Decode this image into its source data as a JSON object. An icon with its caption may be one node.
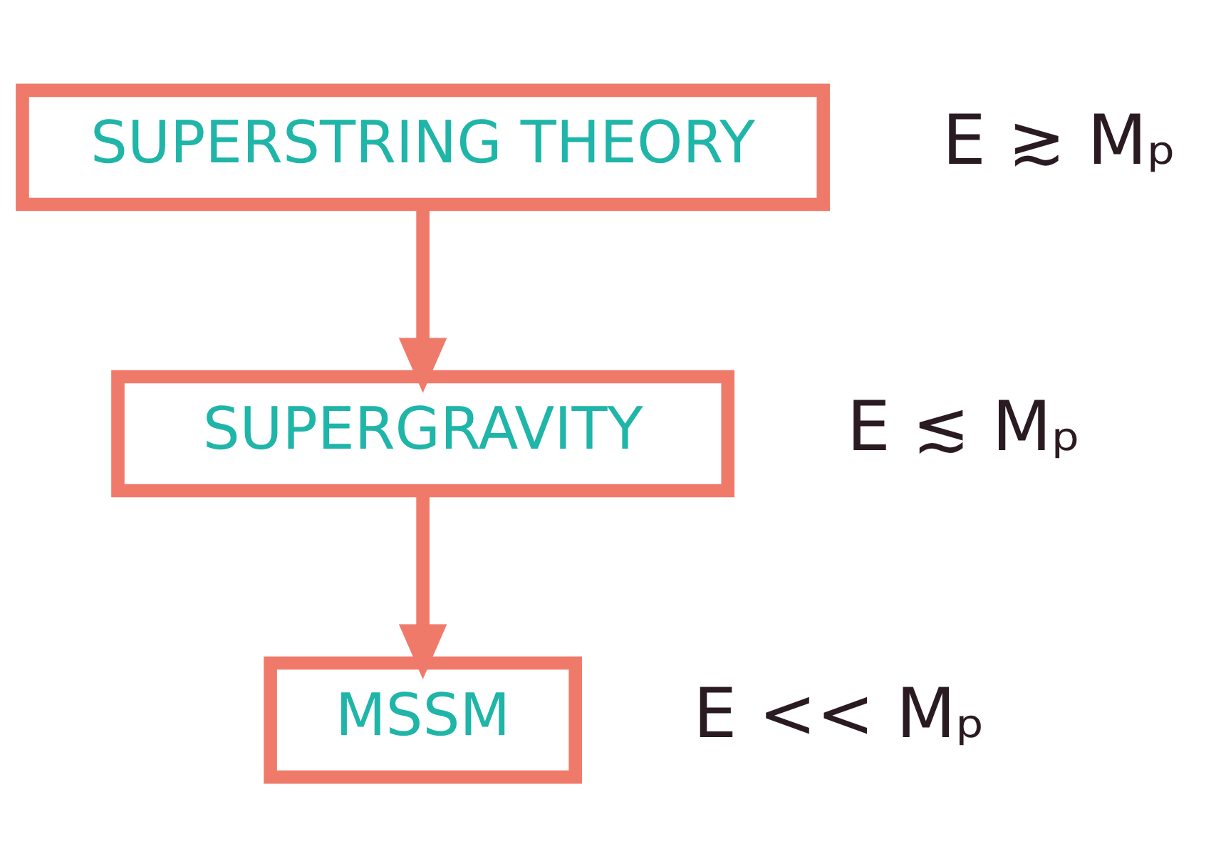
{
  "diagram": {
    "nodes": [
      {
        "text": [
          "SUPERSTRING THEORY"
        ],
        "beside": [
          "E ≳ Mₚ"
        ]
      },
      {
        "text": [
          "SUPERGRAVITY"
        ],
        "beside": [
          "E ≲ Mₚ"
        ]
      },
      {
        "text": [
          "MSSM"
        ],
        "beside": [
          "E << Mₚ"
        ]
      }
    ],
    "edges": [
      {
        "from": 0,
        "to": 1,
        "arrow": "to"
      },
      {
        "from": 1,
        "to": 2,
        "arrow": "to"
      }
    ]
  }
}
